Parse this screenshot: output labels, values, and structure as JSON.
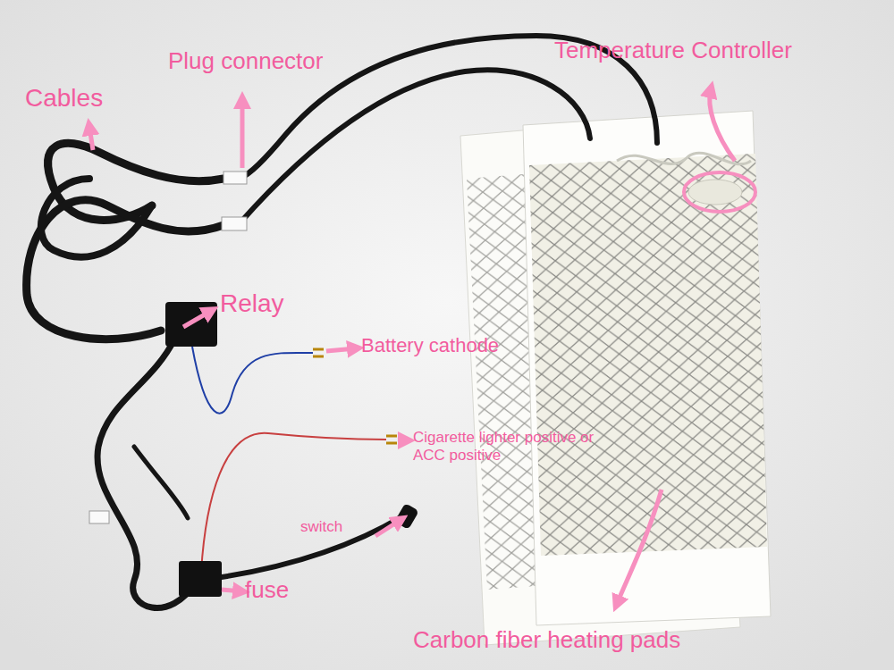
{
  "diagram": {
    "labels": [
      "Cables",
      "Plug connector",
      "Temperature Controller",
      "Relay",
      "Battery cathode",
      "Cigarette lighter positive or ACC positive",
      "switch",
      "fuse",
      "Carbon fiber heating pads"
    ]
  }
}
